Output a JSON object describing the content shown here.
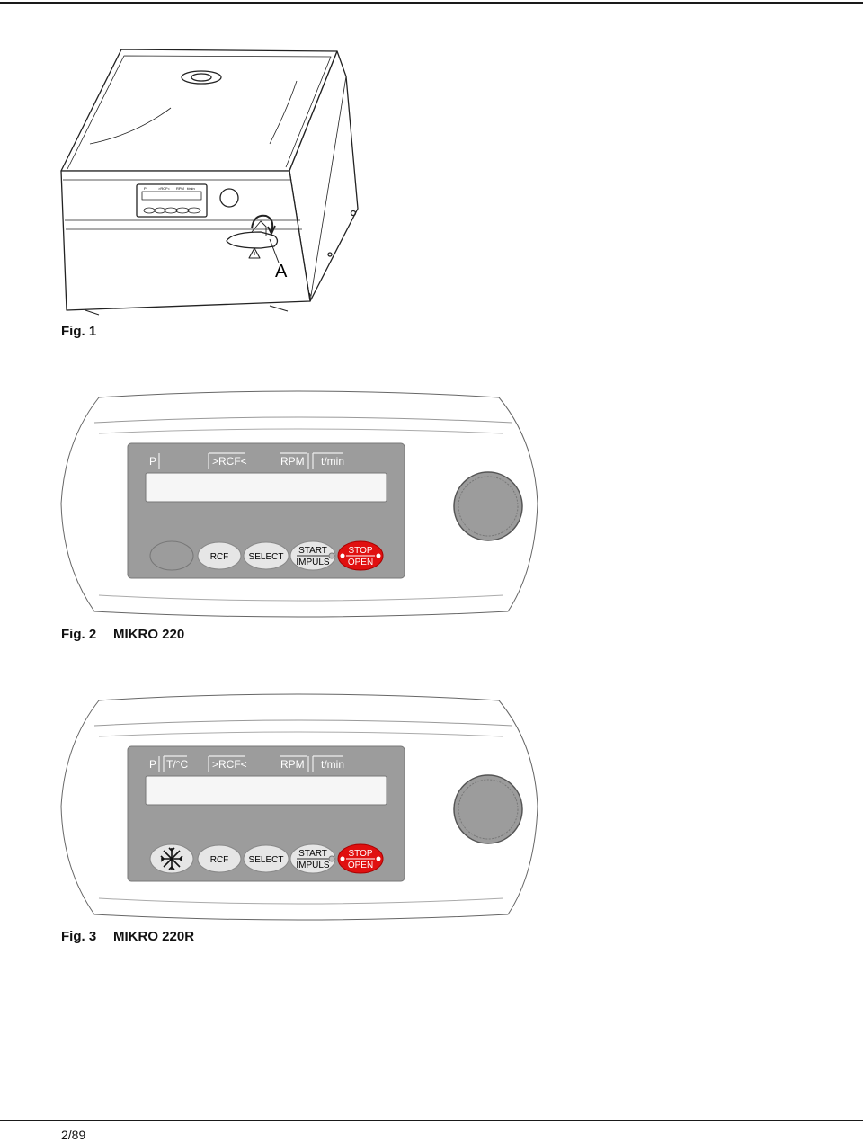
{
  "figure1": {
    "caption": "Fig. 1",
    "label_a": "A",
    "mini_display": {
      "p": "P",
      "rcf": ">RCF<",
      "rpm": "RPM",
      "tmin": "t/min"
    }
  },
  "figure2": {
    "caption": "Fig. 2",
    "model": "MIKRO 220",
    "panel": {
      "labels": {
        "p": "P",
        "rcf": ">RCF<",
        "rpm": "RPM",
        "tmin": "t/min"
      },
      "buttons": {
        "rcf": "RCF",
        "select": "SELECT",
        "start": "START",
        "impuls": "IMPULS",
        "stop": "STOP",
        "open": "OPEN"
      }
    }
  },
  "figure3": {
    "caption": "Fig. 3",
    "model": "MIKRO 220R",
    "panel": {
      "labels": {
        "p": "P",
        "temp": "T/°C",
        "rcf": ">RCF<",
        "rpm": "RPM",
        "tmin": "t/min"
      },
      "buttons": {
        "cool": "snowflake-icon",
        "rcf": "RCF",
        "select": "SELECT",
        "start": "START",
        "impuls": "IMPULS",
        "stop": "STOP",
        "open": "OPEN"
      }
    }
  },
  "footer": {
    "page": "2/89"
  },
  "colors": {
    "panel": "#9c9c9c",
    "display": "#f6f6f6",
    "button": "#e6e6e6",
    "stop_button": "#e01010"
  }
}
